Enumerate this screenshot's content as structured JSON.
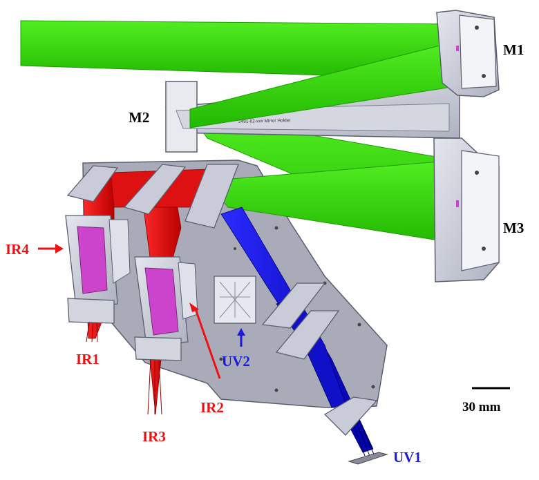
{
  "labels": {
    "m1": "M1",
    "m2": "M2",
    "m3": "M3",
    "ir1": "IR1",
    "ir2": "IR2",
    "ir3": "IR3",
    "ir4": "IR4",
    "uv1": "UV1",
    "uv2": "UV2",
    "scale": "30 mm",
    "holder_engraving": "2491-02-xxx Mirror Holder"
  },
  "colors": {
    "visible_beam": "#33dd00",
    "ir_beam": "#ee1111",
    "uv_beam": "#1a1ad8",
    "frame": "#c9ccd6",
    "frame_edge": "#6a6e80",
    "detector_pad": "#cc44cc",
    "label_red": "#ee1111",
    "label_blue": "#1a1ad8",
    "label_black": "#000000"
  }
}
